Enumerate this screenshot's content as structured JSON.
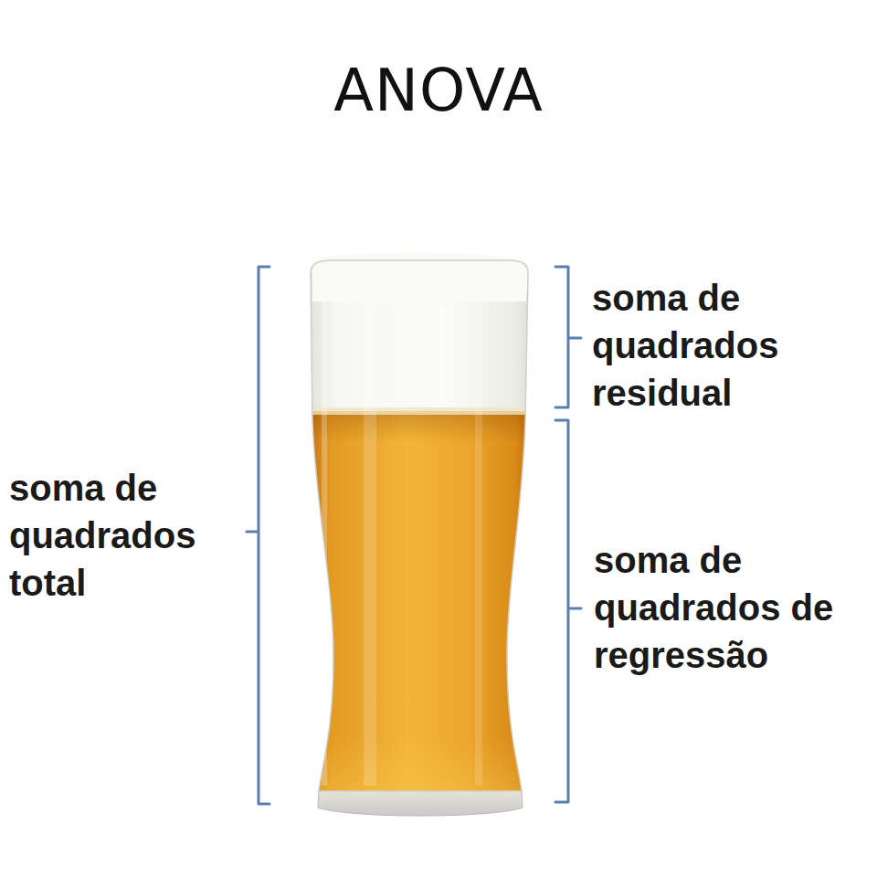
{
  "diagram": {
    "title": "ANOVA",
    "labels": [
      "soma de quadrados residual",
      "soma de quadrados total",
      "soma de quadrados de regressão"
    ]
  }
}
